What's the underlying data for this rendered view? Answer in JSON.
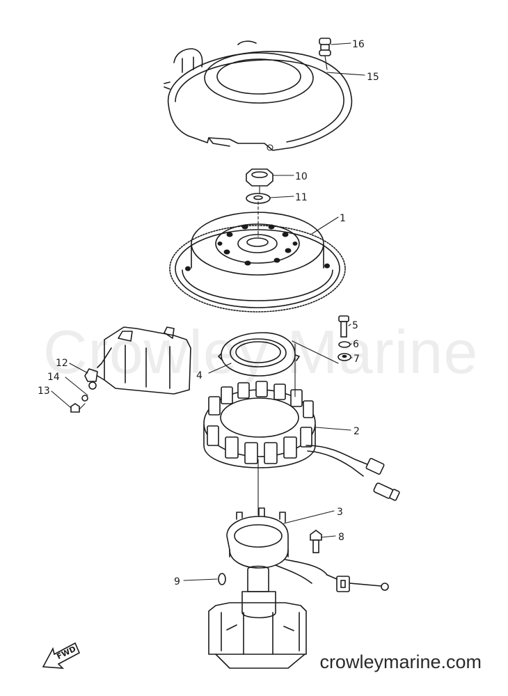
{
  "watermark": "Crowley Marine",
  "site_url": "crowleymarine.com",
  "fwd_label": "FWD",
  "callouts": [
    {
      "num": "16"
    },
    {
      "num": "15"
    },
    {
      "num": "10"
    },
    {
      "num": "11"
    },
    {
      "num": "1"
    },
    {
      "num": "5"
    },
    {
      "num": "6"
    },
    {
      "num": "7"
    },
    {
      "num": "12"
    },
    {
      "num": "4"
    },
    {
      "num": "14"
    },
    {
      "num": "13"
    },
    {
      "num": "2"
    },
    {
      "num": "3"
    },
    {
      "num": "8"
    },
    {
      "num": "9"
    }
  ]
}
